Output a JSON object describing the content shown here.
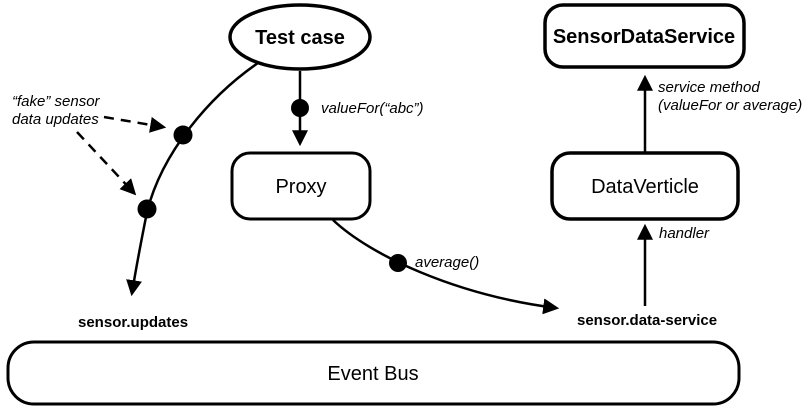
{
  "nodes": {
    "test_case": "Test case",
    "sensor_data_service": "SensorDataService",
    "proxy": "Proxy",
    "data_verticle": "DataVerticle",
    "event_bus": "Event Bus"
  },
  "edge_labels": {
    "fake_note_line1": "“fake” sensor",
    "fake_note_line2": "data updates",
    "value_for": "valueFor(“abc”)",
    "average": "average()",
    "service_method_line1": "service method",
    "service_method_line2": "(valueFor or average)",
    "handler": "handler"
  },
  "bus_addresses": {
    "updates": "sensor.updates",
    "data_service": "sensor.data-service"
  },
  "colors": {
    "ink": "#000000",
    "paper": "#ffffff"
  }
}
